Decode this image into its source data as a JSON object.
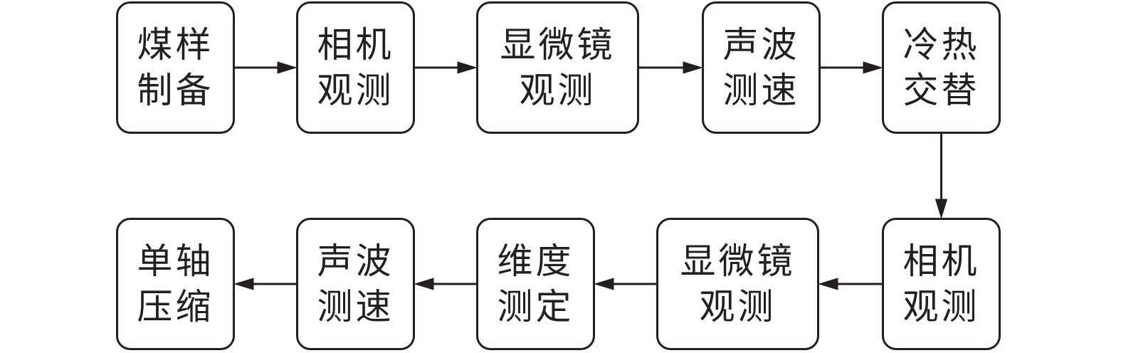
{
  "diagram": {
    "type": "flowchart",
    "nodes": [
      {
        "id": "n1",
        "line1": "煤样",
        "line2": "制备"
      },
      {
        "id": "n2",
        "line1": "相机",
        "line2": "观测"
      },
      {
        "id": "n3",
        "line1": "显微镜",
        "line2": "观测"
      },
      {
        "id": "n4",
        "line1": "声波",
        "line2": "测速"
      },
      {
        "id": "n5",
        "line1": "冷热",
        "line2": "交替"
      },
      {
        "id": "n6",
        "line1": "相机",
        "line2": "观测"
      },
      {
        "id": "n7",
        "line1": "显微镜",
        "line2": "观测"
      },
      {
        "id": "n8",
        "line1": "维度",
        "line2": "测定"
      },
      {
        "id": "n9",
        "line1": "声波",
        "line2": "测速"
      },
      {
        "id": "n10",
        "line1": "单轴",
        "line2": "压缩"
      }
    ],
    "edges": [
      [
        "n1",
        "n2"
      ],
      [
        "n2",
        "n3"
      ],
      [
        "n3",
        "n4"
      ],
      [
        "n4",
        "n5"
      ],
      [
        "n5",
        "n6"
      ],
      [
        "n6",
        "n7"
      ],
      [
        "n7",
        "n8"
      ],
      [
        "n8",
        "n9"
      ],
      [
        "n9",
        "n10"
      ]
    ],
    "colors": {
      "stroke": "#231f20",
      "fill": "#ffffff"
    }
  }
}
